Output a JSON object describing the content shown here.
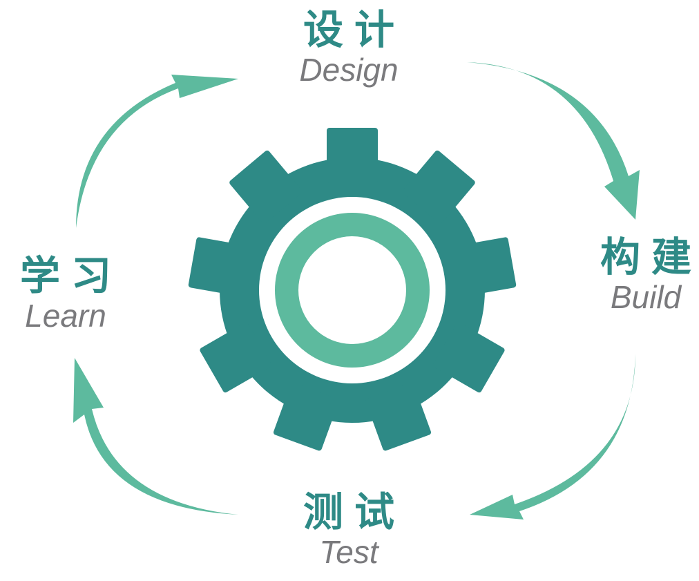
{
  "colors": {
    "gear": "#2e8a86",
    "accent": "#5dba9e",
    "label_zh": "#2e8a86",
    "label_en": "#7a7a7d",
    "background": "#ffffff"
  },
  "stages": {
    "design": {
      "zh": "设计",
      "en": "Design"
    },
    "build": {
      "zh": "构建",
      "en": "Build"
    },
    "test": {
      "zh": "测试",
      "en": "Test"
    },
    "learn": {
      "zh": "学习",
      "en": "Learn"
    }
  },
  "icons": {
    "center": "gear-icon",
    "connectors": "curved-arrow-icon"
  }
}
